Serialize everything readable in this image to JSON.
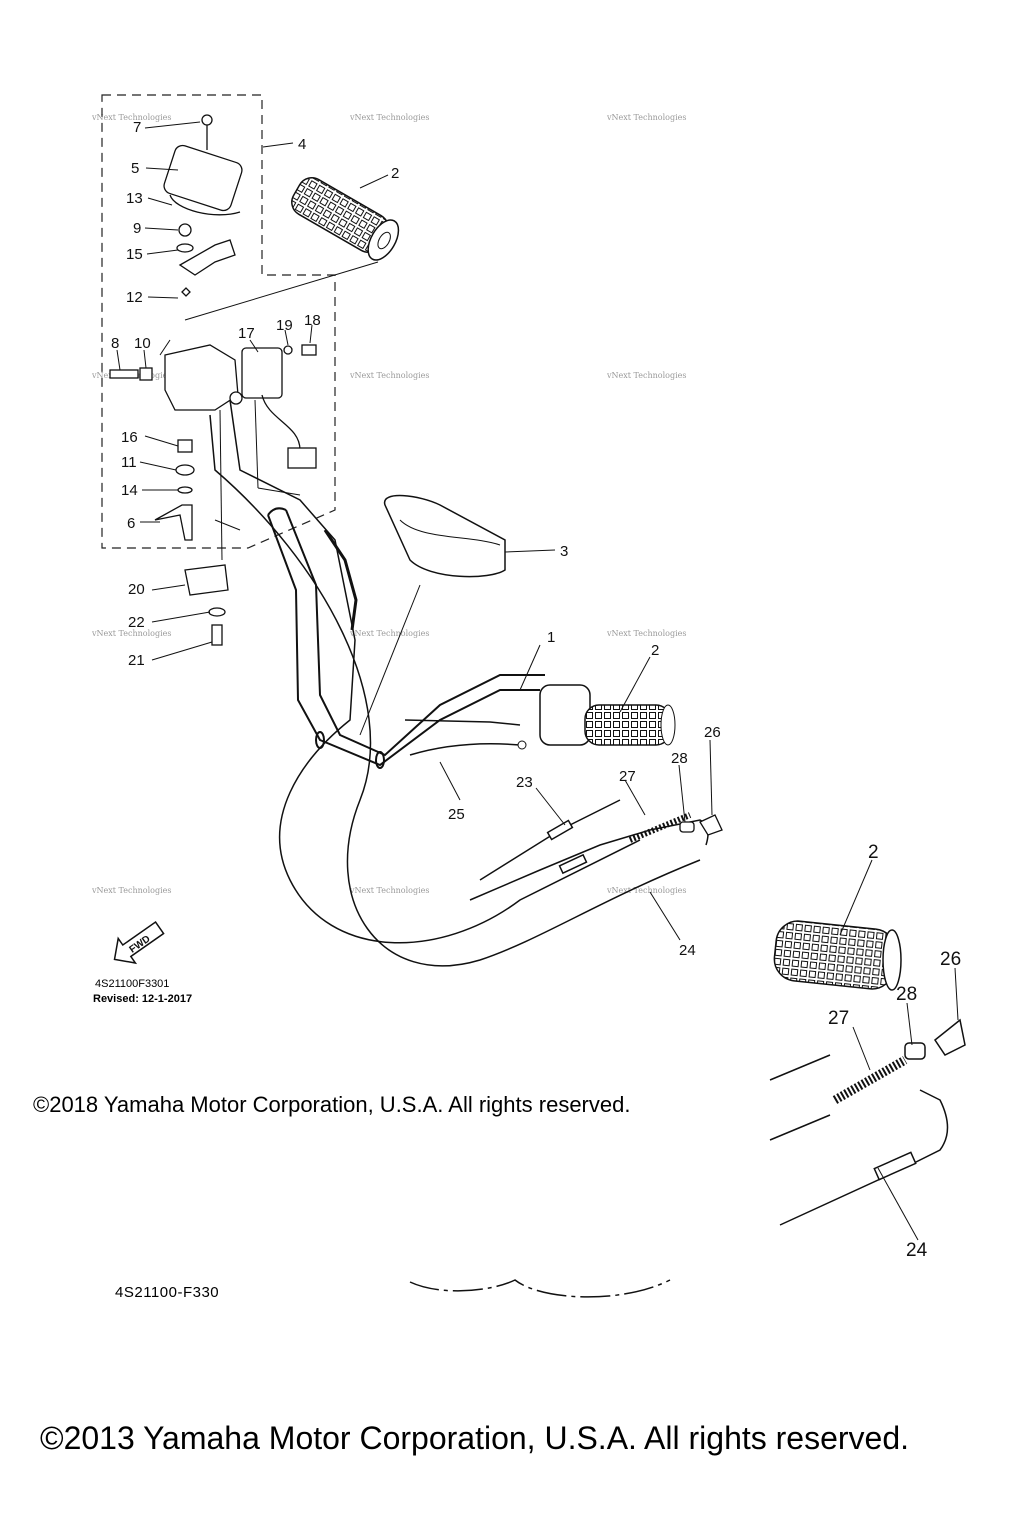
{
  "callouts": [
    "1",
    "2",
    "3",
    "4",
    "5",
    "6",
    "7",
    "8",
    "9",
    "10",
    "11",
    "12",
    "13",
    "14",
    "15",
    "16",
    "17",
    "18",
    "19",
    "20",
    "21",
    "22",
    "23",
    "24",
    "25",
    "26",
    "27",
    "28"
  ],
  "detail_callouts": [
    "2",
    "26",
    "28",
    "27",
    "24"
  ],
  "fwd_label": "FWD",
  "watermark": "vNext Technologies",
  "reference_code": "4S21100F3301",
  "revised": "Revised: 12-1-2017",
  "copyright_2018": "©2018 Yamaha Motor Corporation, U.S.A. All rights reserved.",
  "reference_code_2": "4S21100-F330",
  "copyright_2013": "©2013 Yamaha Motor Corporation, U.S.A. All rights reserved."
}
